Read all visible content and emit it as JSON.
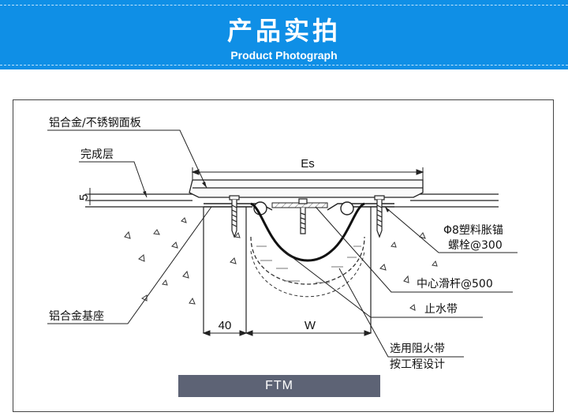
{
  "header": {
    "title": "产品实拍",
    "subtitle": "Product Photograph",
    "background": "#0f8fe6"
  },
  "labels": {
    "cover_plate": "铝合金/不锈钢面板",
    "finish_layer": "完成层",
    "anchor_line1": "Φ8塑料胀锚",
    "anchor_line2": "螺栓@300",
    "slide_rod": "中心滑杆@500",
    "waterstop": "止水带",
    "fire_line1": "选用阻火带",
    "fire_line2": "按工程设计",
    "base_seat": "铝合金基座"
  },
  "dimensions": {
    "es": "Es",
    "thickness": "5",
    "base_width": "40",
    "gap_width": "W"
  },
  "model": {
    "code": "FTM",
    "bar_color": "#5d6375"
  }
}
